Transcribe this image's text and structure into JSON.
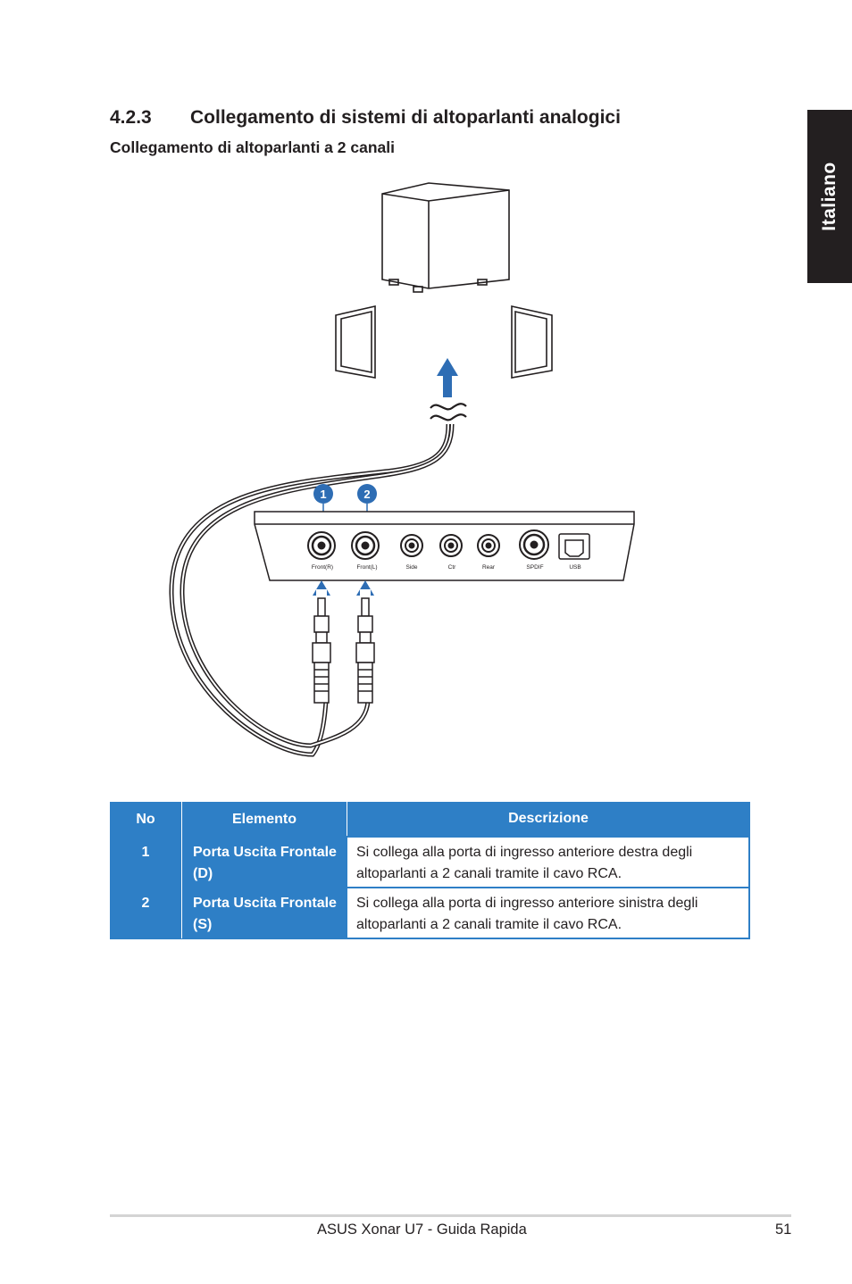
{
  "side_tab": {
    "label": "Italiano"
  },
  "section": {
    "number": "4.2.3",
    "title": "Collegamento di sistemi di altoparlanti analogici"
  },
  "subsection": {
    "title": "Collegamento di altoparlanti a 2 canali"
  },
  "diagram": {
    "callouts": [
      "1",
      "2"
    ],
    "ports": [
      "Front(R)",
      "Front(L)",
      "Side",
      "Ctr",
      "Rear",
      "SPDIF",
      "USB"
    ],
    "arrow_color": "#2e6db4"
  },
  "table": {
    "headers": [
      "No",
      "Elemento",
      "Descrizione"
    ],
    "rows": [
      {
        "no": "1",
        "element": "Porta Uscita Frontale (D)",
        "description": "Si collega alla porta di ingresso anteriore destra degli altoparlanti a 2 canali tramite il cavo RCA."
      },
      {
        "no": "2",
        "element": "Porta Uscita Frontale (S)",
        "description": "Si collega alla porta di ingresso anteriore sinistra degli altoparlanti a 2 canali tramite il cavo RCA."
      }
    ],
    "header_color": "#2e7fc6"
  },
  "footer": {
    "left": "ASUS Xonar U7 - Guida Rapida",
    "page": "51"
  }
}
